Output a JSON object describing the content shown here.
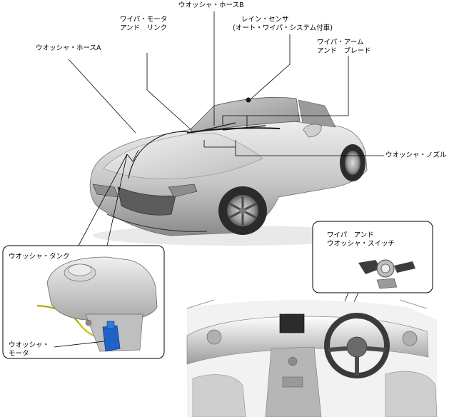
{
  "labels": {
    "hose_a": "ウオッシャ・ホースA",
    "wiper_motor_link_line1": "ワイパ・モータ",
    "wiper_motor_link_line2": "アンド　リンク",
    "hose_b": "ウオッシャ・ホースB",
    "rain_sensor_line1": "レイン・センサ",
    "rain_sensor_line2": "(オート・ワイパ・システム付車)",
    "wiper_arm_blade_line1": "ワイパ・アーム",
    "wiper_arm_blade_line2": "アンド　ブレード",
    "washer_nozzle": "ウオッシャ・ノズル",
    "washer_tank": "ウオッシャ・タンク",
    "washer_motor_line1": "ウオッシャ・",
    "washer_motor_line2": "モータ",
    "wiper_switch_line1": "ワイパ　アンド",
    "wiper_switch_line2": "ウオッシャ・スイッチ"
  },
  "colors": {
    "line": "#000000",
    "body_light": "#e4e4e4",
    "body_mid": "#b9b9b9",
    "body_dark": "#7d7d7d",
    "tire": "#2b2b2b",
    "motor_blue": "#1f63c9",
    "harness_yellow": "#c9c22a"
  }
}
